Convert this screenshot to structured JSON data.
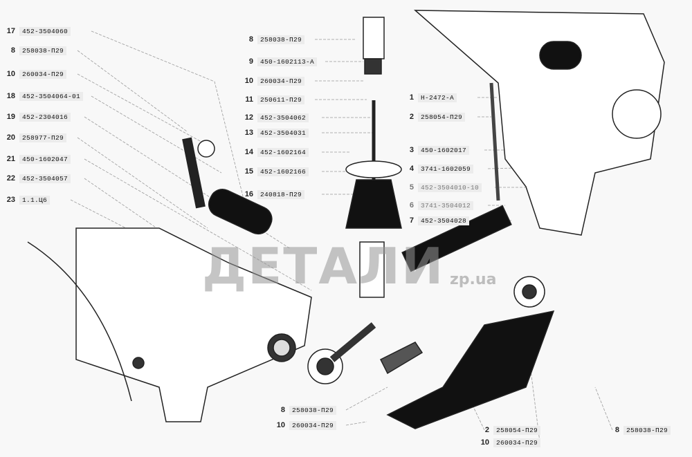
{
  "watermark": {
    "main": "ДЕТАЛИ",
    "suffix": "zp.ua"
  },
  "left_labels": [
    {
      "num": "17",
      "code": "452-3504060"
    },
    {
      "num": "8",
      "code": "258038-П29"
    },
    {
      "num": "10",
      "code": "260034-П29"
    },
    {
      "num": "18",
      "code": "452-3504064-01"
    },
    {
      "num": "19",
      "code": "452-2304016"
    },
    {
      "num": "20",
      "code": "258977-П29"
    },
    {
      "num": "21",
      "code": "450-1602047"
    },
    {
      "num": "22",
      "code": "452-3504057"
    },
    {
      "num": "23",
      "code": "1.1.Ц6"
    }
  ],
  "center_labels": [
    {
      "num": "8",
      "code": "258038-П29"
    },
    {
      "num": "9",
      "code": "450-1602113-А"
    },
    {
      "num": "10",
      "code": "260034-П29"
    },
    {
      "num": "11",
      "code": "250611-П29"
    },
    {
      "num": "12",
      "code": "452-3504062"
    },
    {
      "num": "13",
      "code": "452-3504031"
    },
    {
      "num": "14",
      "code": "452-1602164"
    },
    {
      "num": "15",
      "code": "452-1602166"
    },
    {
      "num": "16",
      "code": "240818-П29"
    }
  ],
  "right_labels": [
    {
      "num": "1",
      "code": "Н-2472-А"
    },
    {
      "num": "2",
      "code": "258054-П29"
    },
    {
      "num": "3",
      "code": "450-1602017"
    },
    {
      "num": "4",
      "code": "3741-1602059"
    },
    {
      "num": "5",
      "code": "452-3504010-10"
    },
    {
      "num": "6",
      "code": "3741-3504012"
    },
    {
      "num": "7",
      "code": "452-3504028"
    }
  ],
  "bottom_labels": [
    {
      "num": "8",
      "code": "258038-П29"
    },
    {
      "num": "10",
      "code": "260034-П29"
    },
    {
      "num": "2",
      "code": "258054-П29"
    },
    {
      "num": "10",
      "code": "260034-П29"
    },
    {
      "num": "8",
      "code": "258038-П29"
    }
  ]
}
